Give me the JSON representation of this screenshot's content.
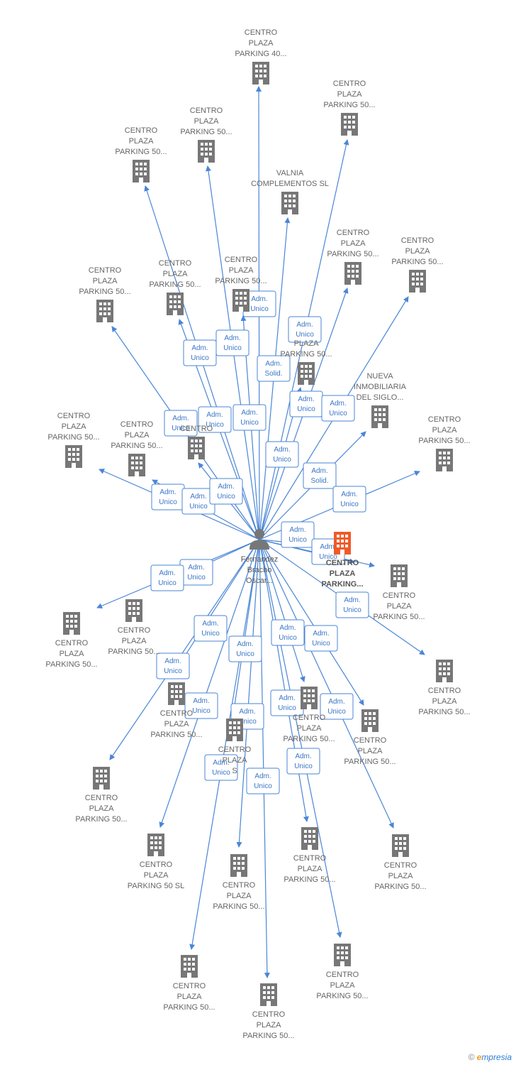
{
  "person": {
    "label_lines": [
      "Fernandez",
      "Bracho",
      "Oscar..."
    ],
    "icon": "person-icon"
  },
  "companies": [
    {
      "id": "c01",
      "lines": [
        "CENTRO",
        "PLAZA",
        "PARKING 40..."
      ],
      "icon": "building-icon"
    },
    {
      "id": "c02",
      "lines": [
        "CENTRO",
        "PLAZA",
        "PARKING 50..."
      ],
      "icon": "building-icon"
    },
    {
      "id": "c03",
      "lines": [
        "CENTRO",
        "PLAZA",
        "PARKING 50..."
      ],
      "icon": "building-icon"
    },
    {
      "id": "c04",
      "lines": [
        "CENTRO",
        "PLAZA",
        "PARKING 50..."
      ],
      "icon": "building-icon"
    },
    {
      "id": "c05",
      "lines": [
        "VALNIA",
        "COMPLEMENTOS SL"
      ],
      "icon": "building-icon"
    },
    {
      "id": "c06",
      "lines": [
        "CENTRO",
        "PLAZA",
        "PARKING 50..."
      ],
      "icon": "building-icon"
    },
    {
      "id": "c07",
      "lines": [
        "CENTRO",
        "PLAZA",
        "PARKING 50..."
      ],
      "icon": "building-icon"
    },
    {
      "id": "c08",
      "lines": [
        "CENTRO",
        "PLAZA",
        "PARKING 50..."
      ],
      "icon": "building-icon"
    },
    {
      "id": "c09",
      "lines": [
        "CENTRO",
        "PLAZA",
        "PARKING 50..."
      ],
      "icon": "building-icon"
    },
    {
      "id": "c10",
      "lines": [
        "CENTRO",
        "PLAZA",
        "PARKING 50..."
      ],
      "icon": "building-icon"
    },
    {
      "id": "c11",
      "lines": [
        "PLAZA",
        "PARKING 50..."
      ],
      "icon": "building-icon"
    },
    {
      "id": "c12",
      "lines": [
        "NUEVA",
        "INMOBILIARIA",
        "DEL SIGLO..."
      ],
      "icon": "building-icon"
    },
    {
      "id": "c13",
      "lines": [
        "CENTRO",
        "PLAZA",
        "PARKING 50..."
      ],
      "icon": "building-icon"
    },
    {
      "id": "c14",
      "lines": [
        "CENTRO",
        "PLAZA",
        "PARKING 50..."
      ],
      "icon": "building-icon"
    },
    {
      "id": "c15",
      "lines": [
        "CENTRO",
        "PLAZA",
        "PARKING 50..."
      ],
      "icon": "building-icon"
    },
    {
      "id": "c16",
      "lines": [
        "CENTRO"
      ],
      "icon": "building-icon"
    },
    {
      "id": "c17",
      "lines": [
        "CENTRO",
        "PLAZA",
        "PARKING..."
      ],
      "icon": "building-icon",
      "highlight": true
    },
    {
      "id": "c18",
      "lines": [
        "CENTRO",
        "PLAZA",
        "PARKING 50..."
      ],
      "icon": "building-icon"
    },
    {
      "id": "c19",
      "lines": [
        "CENTRO",
        "PLAZA",
        "PARKING 50..."
      ],
      "icon": "building-icon"
    },
    {
      "id": "c20",
      "lines": [
        "CENTRO",
        "PLAZA",
        "PARKING 50..."
      ],
      "icon": "building-icon"
    },
    {
      "id": "c21",
      "lines": [
        "CENTRO",
        "PLAZA",
        "PARKING 50..."
      ],
      "icon": "building-icon"
    },
    {
      "id": "c22",
      "lines": [
        "CENTRO",
        "PLAZA",
        "PARKING 50..."
      ],
      "icon": "building-icon"
    },
    {
      "id": "c23",
      "lines": [
        "CENTRO",
        "PLAZA",
        "PARKING 50..."
      ],
      "icon": "building-icon"
    },
    {
      "id": "c24",
      "lines": [
        "CENTRO",
        "PLAZA",
        "PARKING 50..."
      ],
      "icon": "building-icon"
    },
    {
      "id": "c25",
      "lines": [
        "CENTRO",
        "PLAZA",
        "PARKING 50..."
      ],
      "icon": "building-icon"
    },
    {
      "id": "c26",
      "lines": [
        "CENTRO",
        "PLAZA",
        "PARKING 50 SL"
      ],
      "icon": "building-icon"
    },
    {
      "id": "c27",
      "lines": [
        "CENTRO",
        "PLAZA",
        "PARKING 50..."
      ],
      "icon": "building-icon"
    },
    {
      "id": "c28",
      "lines": [
        "CENTRO",
        "PLAZA",
        "PARKING 50..."
      ],
      "icon": "building-icon"
    },
    {
      "id": "c29",
      "lines": [
        "CENTRO",
        "PLAZA",
        "PARKING 50..."
      ],
      "icon": "building-icon"
    },
    {
      "id": "c30",
      "lines": [
        "CENTRO",
        "PLAZA",
        "PARKING 50..."
      ],
      "icon": "building-icon"
    },
    {
      "id": "c31",
      "lines": [
        "CENTRO",
        "PLAZA",
        "PARKING 50..."
      ],
      "icon": "building-icon"
    },
    {
      "id": "c32",
      "lines": [
        "CENTRO",
        "PLAZA",
        "PARKING 50..."
      ],
      "icon": "building-icon"
    },
    {
      "id": "c33",
      "lines": [
        "CENTRO",
        "PLAZA",
        "PARKING 50..."
      ],
      "icon": "building-icon"
    },
    {
      "id": "c34",
      "lines": [
        "CENTRO",
        "PLAZA",
        "S"
      ],
      "icon": "building-icon"
    }
  ],
  "relations": [
    {
      "to": "c01",
      "role": [
        "Adm.",
        "Unico"
      ]
    },
    {
      "to": "c02",
      "role": [
        "Adm.",
        "Unico"
      ]
    },
    {
      "to": "c03",
      "role": [
        "Adm.",
        "Unico"
      ]
    },
    {
      "to": "c04",
      "role": [
        "Adm.",
        "Unico"
      ]
    },
    {
      "to": "c05",
      "role": [
        "Adm.",
        "Solid."
      ]
    },
    {
      "to": "c06",
      "role": [
        "Adm.",
        "Unico"
      ]
    },
    {
      "to": "c07",
      "role": [
        "Adm.",
        "Unico"
      ]
    },
    {
      "to": "c08",
      "role": [
        "Adm.",
        "Unico"
      ]
    },
    {
      "to": "c09",
      "role": [
        "Adm.",
        "Unico"
      ]
    },
    {
      "to": "c10",
      "role": [
        "Adm.",
        "Unico"
      ]
    },
    {
      "to": "c11",
      "role": [
        "Adm.",
        "Unico"
      ]
    },
    {
      "to": "c12",
      "role": [
        "Adm.",
        "Solid."
      ]
    },
    {
      "to": "c13",
      "role": [
        "Adm.",
        "Unico"
      ]
    },
    {
      "to": "c14",
      "role": [
        "Adm.",
        "Unico"
      ]
    },
    {
      "to": "c15",
      "role": [
        "Adm.",
        "Unico"
      ]
    },
    {
      "to": "c16",
      "role": [
        "Adm.",
        "Unico"
      ]
    },
    {
      "to": "c17",
      "role": [
        "Adm.",
        "Unico"
      ]
    },
    {
      "to": "c18",
      "role": [
        "Adm.",
        "Unico"
      ]
    },
    {
      "to": "c19",
      "role": [
        "Adm.",
        "Unico"
      ]
    },
    {
      "to": "c20",
      "role": [
        "Adm.",
        "Unico"
      ]
    },
    {
      "to": "c21",
      "role": [
        "Adm.",
        "Unico"
      ]
    },
    {
      "to": "c22",
      "role": [
        "Adm.",
        "Unico"
      ]
    },
    {
      "to": "c23",
      "role": [
        "Adm.",
        "Unico"
      ]
    },
    {
      "to": "c24",
      "role": [
        "Adm.",
        "Unico"
      ]
    },
    {
      "to": "c25",
      "role": [
        "Adm.",
        "Unico"
      ]
    },
    {
      "to": "c26",
      "role": [
        "Adm.",
        "Unico"
      ]
    },
    {
      "to": "c27",
      "role": [
        "Adm.",
        "Unico"
      ]
    },
    {
      "to": "c28",
      "role": [
        "Adm.",
        "Unico"
      ]
    },
    {
      "to": "c29",
      "role": [
        "Adm.",
        "Unico"
      ]
    },
    {
      "to": "c30",
      "role": [
        "Adm.",
        "Unico"
      ]
    },
    {
      "to": "c31",
      "role": [
        "Adm.",
        "Unico"
      ]
    },
    {
      "to": "c32",
      "role": [
        "Adm.",
        "Unico"
      ]
    },
    {
      "to": "c33",
      "role": [
        "Adm.",
        "Unico"
      ]
    },
    {
      "to": "c34",
      "role": [
        "Adm.",
        "Unico"
      ]
    }
  ],
  "colors": {
    "edge": "#4a86d6",
    "building": "#777777",
    "highlight": "#f05a28",
    "person": "#777777"
  },
  "footer": {
    "copyright": "©",
    "brand_first": "e",
    "brand_rest": "mpresia"
  }
}
